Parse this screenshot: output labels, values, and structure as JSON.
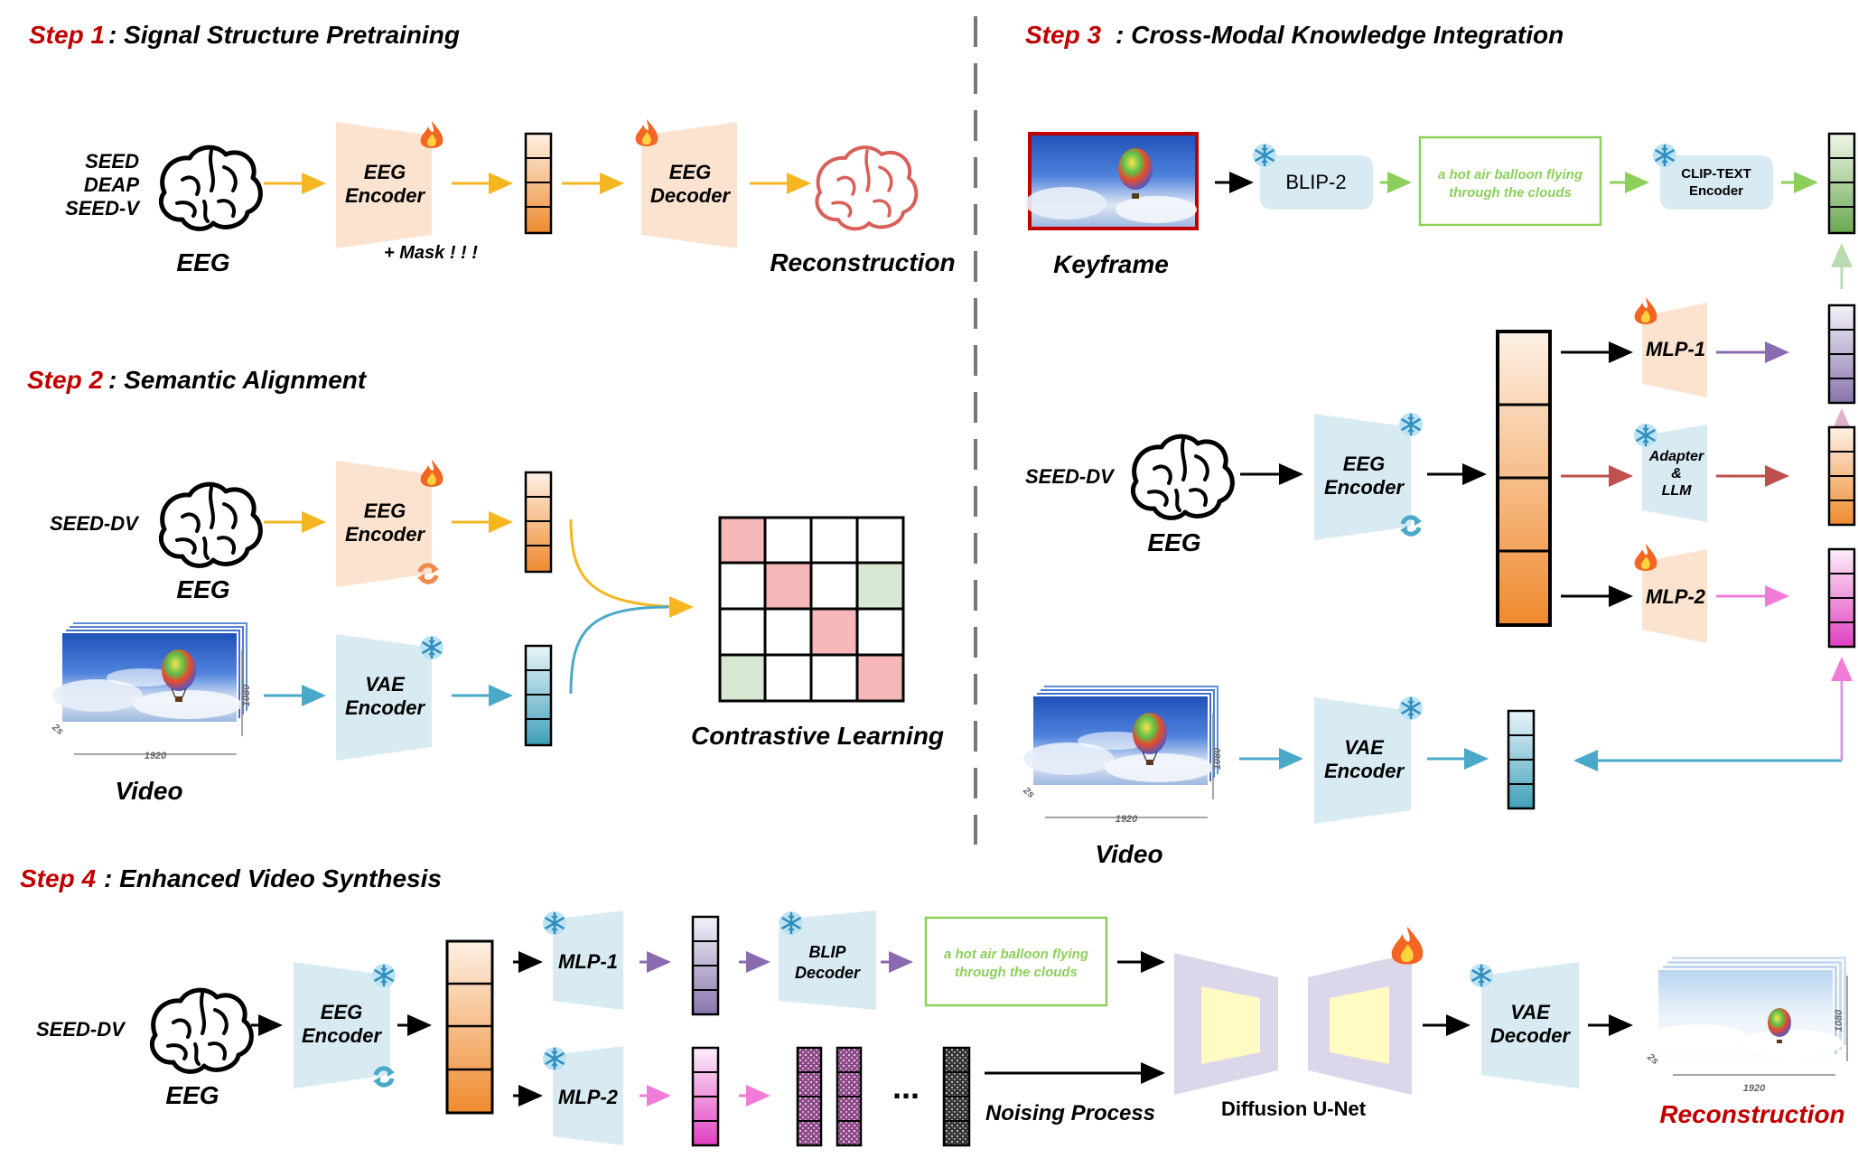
{
  "step1": {
    "label": "Step 1",
    "title": ": Signal Structure Pretraining",
    "datasets": [
      "SEED",
      "DEAP",
      "SEED-V"
    ],
    "eeg_label": "EEG",
    "encoder": [
      "EEG",
      "Encoder"
    ],
    "mask": "+ Mask ! ! !",
    "decoder": [
      "EEG",
      "Decoder"
    ],
    "output": "Reconstruction"
  },
  "step2": {
    "label": "Step 2",
    "title": ": Semantic Alignment",
    "dataset": "SEED-DV",
    "eeg_label": "EEG",
    "eeg_encoder": [
      "EEG",
      "Encoder"
    ],
    "vae_encoder": [
      "VAE",
      "Encoder"
    ],
    "video_label": "Video",
    "video_width": "1920",
    "video_height": "1080",
    "video_duration": "2s",
    "output": "Contrastive Learning"
  },
  "step3": {
    "label": "Step 3",
    "title": ": Cross-Modal Knowledge Integration",
    "keyframe_label": "Keyframe",
    "blip": "BLIP-2",
    "caption": [
      "a hot air balloon flying",
      "through the clouds"
    ],
    "clip": [
      "CLIP-TEXT",
      "Encoder"
    ],
    "dataset": "SEED-DV",
    "eeg_label": "EEG",
    "eeg_encoder": [
      "EEG",
      "Encoder"
    ],
    "mlp1": "MLP-1",
    "adapter": [
      "Adapter",
      "&",
      "LLM"
    ],
    "mlp2": "MLP-2",
    "vae_encoder": [
      "VAE",
      "Encoder"
    ],
    "video_label": "Video",
    "video_width": "1920",
    "video_height": "1080",
    "video_duration": "2s"
  },
  "step4": {
    "label": "Step 4",
    "title": ": Enhanced Video Synthesis",
    "dataset": "SEED-DV",
    "eeg_label": "EEG",
    "eeg_encoder": [
      "EEG",
      "Encoder"
    ],
    "mlp1": "MLP-1",
    "mlp2": "MLP-2",
    "blip_decoder": [
      "BLIP",
      "Decoder"
    ],
    "caption": [
      "a hot air balloon flying",
      "through the clouds"
    ],
    "ellipsis": "...",
    "noising": "Noising Process",
    "unet": "Diffusion U-Net",
    "vae_decoder": [
      "VAE",
      "Decoder"
    ],
    "output": "Reconstruction",
    "video_width": "1920",
    "video_height": "1080",
    "video_duration": "2s"
  },
  "colors": {
    "step_red": "#c00000",
    "arrow_orange": "#f5b622",
    "arrow_blue": "#4aa8c8",
    "arrow_green": "#8ccf5a",
    "arrow_purple": "#8a6ab0",
    "arrow_red": "#c0504d",
    "arrow_pink": "#f07cd8",
    "encoder_orange": "#fbe3cf",
    "encoder_blue": "#d8eaf2",
    "caption_green": "#8ccf5a"
  },
  "icons": [
    "brain-icon",
    "fire-icon",
    "snowflake-icon",
    "refresh-icon",
    "balloon-image"
  ]
}
